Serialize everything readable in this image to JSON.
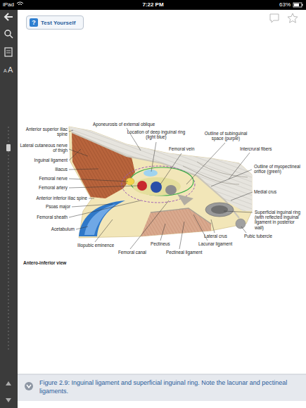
{
  "diagram": {
    "caption": "Figure 2.9: Inguinal ligament and superficial inguinal ring. Note the lacunar and pectineal ligaments.",
    "nodes": [
      {
        "text": [
          "?",
          "Test Yourself"
        ]
      }
    ],
    "labels": [
      "iPad",
      "7:22 PM",
      "63%",
      "A",
      "A",
      "Aponeurosis of external oblique",
      "Anterior superior iliac spine",
      "Location of deep inguinal ring (light blue)",
      "Outline of subinguinal space (purple)",
      "Lateral cutaneous nerve of thigh",
      "Femoral vein",
      "Intercrural fibers",
      "Inguinal ligament",
      "Outline of myopectineal orifice (green)",
      "Iliacus",
      "Femoral nerve",
      "Femoral artery",
      "Medial crus",
      "Anterior inferior iliac spine",
      "Psoas major",
      "Superficial inguinal ring (with reflected inguinal ligament in posterior wall)",
      "Femoral sheath",
      "Acetabulum",
      "Lateral crus",
      "Pubic tubercle",
      "Iliopubic eminence",
      "Pectineus",
      "Lacunar ligament",
      "Femoral canal",
      "Pectineal ligament",
      "Antero-inferior view"
    ]
  }
}
